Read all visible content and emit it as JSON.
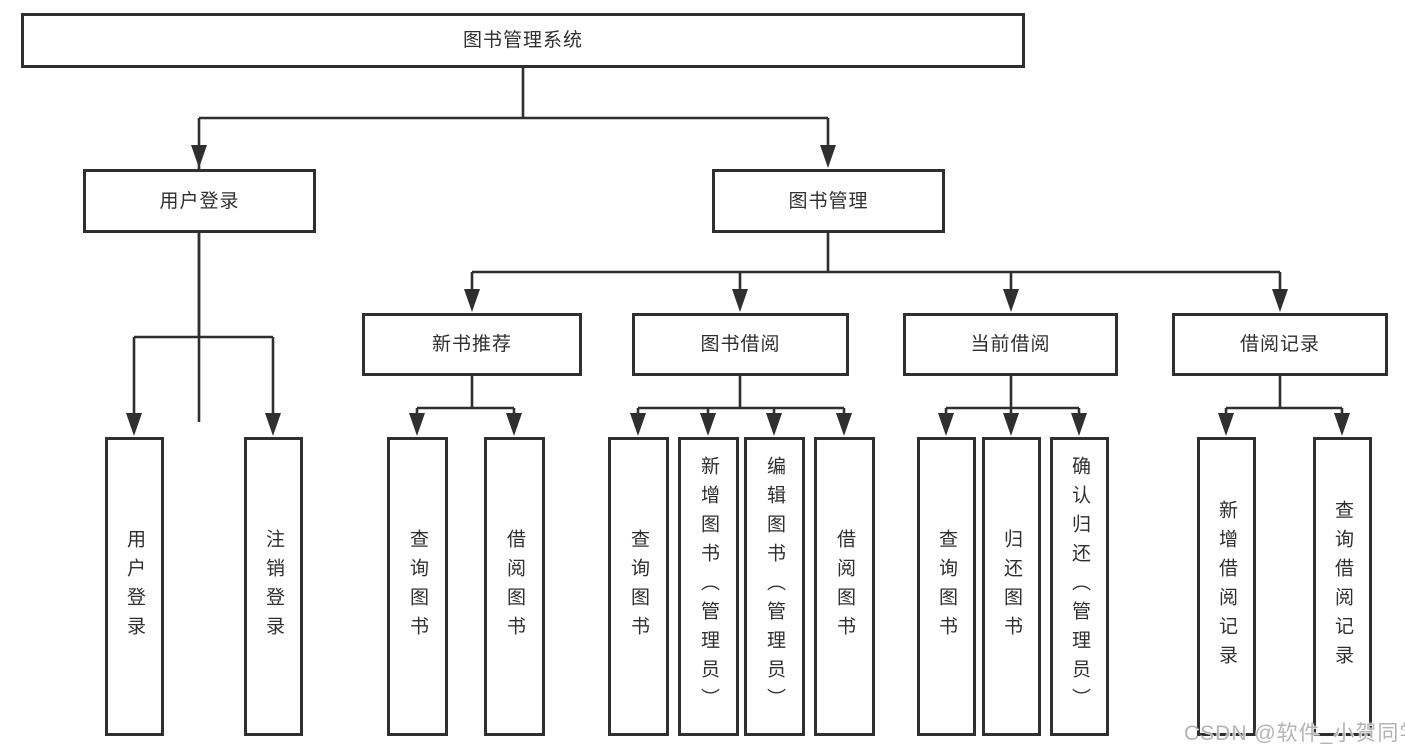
{
  "colors": {
    "line": "#2f2f2f",
    "box_border": "#2f2f2f",
    "box_fill": "#ffffff",
    "text": "#2f2f2f",
    "watermark": "#b4b4b4"
  },
  "tree": {
    "root": {
      "label": "图书管理系统",
      "children": [
        {
          "label": "用户登录",
          "children": [
            {
              "label": "用户登录"
            },
            {
              "label": "注销登录"
            }
          ]
        },
        {
          "label": "图书管理",
          "children": [
            {
              "label": "新书推荐",
              "children": [
                {
                  "label": "查询图书"
                },
                {
                  "label": "借阅图书"
                }
              ]
            },
            {
              "label": "图书借阅",
              "children": [
                {
                  "label": "查询图书"
                },
                {
                  "label": "新增图书（管理员）"
                },
                {
                  "label": "编辑图书（管理员）"
                },
                {
                  "label": "借阅图书"
                }
              ]
            },
            {
              "label": "当前借阅",
              "children": [
                {
                  "label": "查询图书"
                },
                {
                  "label": "归还图书"
                },
                {
                  "label": "确认归还（管理员）"
                }
              ]
            },
            {
              "label": "借阅记录",
              "children": [
                {
                  "label": "新增借阅记录"
                },
                {
                  "label": "查询借阅记录"
                }
              ]
            }
          ]
        }
      ]
    }
  },
  "watermark": {
    "text": "CSDN @软件_小贺同学"
  }
}
